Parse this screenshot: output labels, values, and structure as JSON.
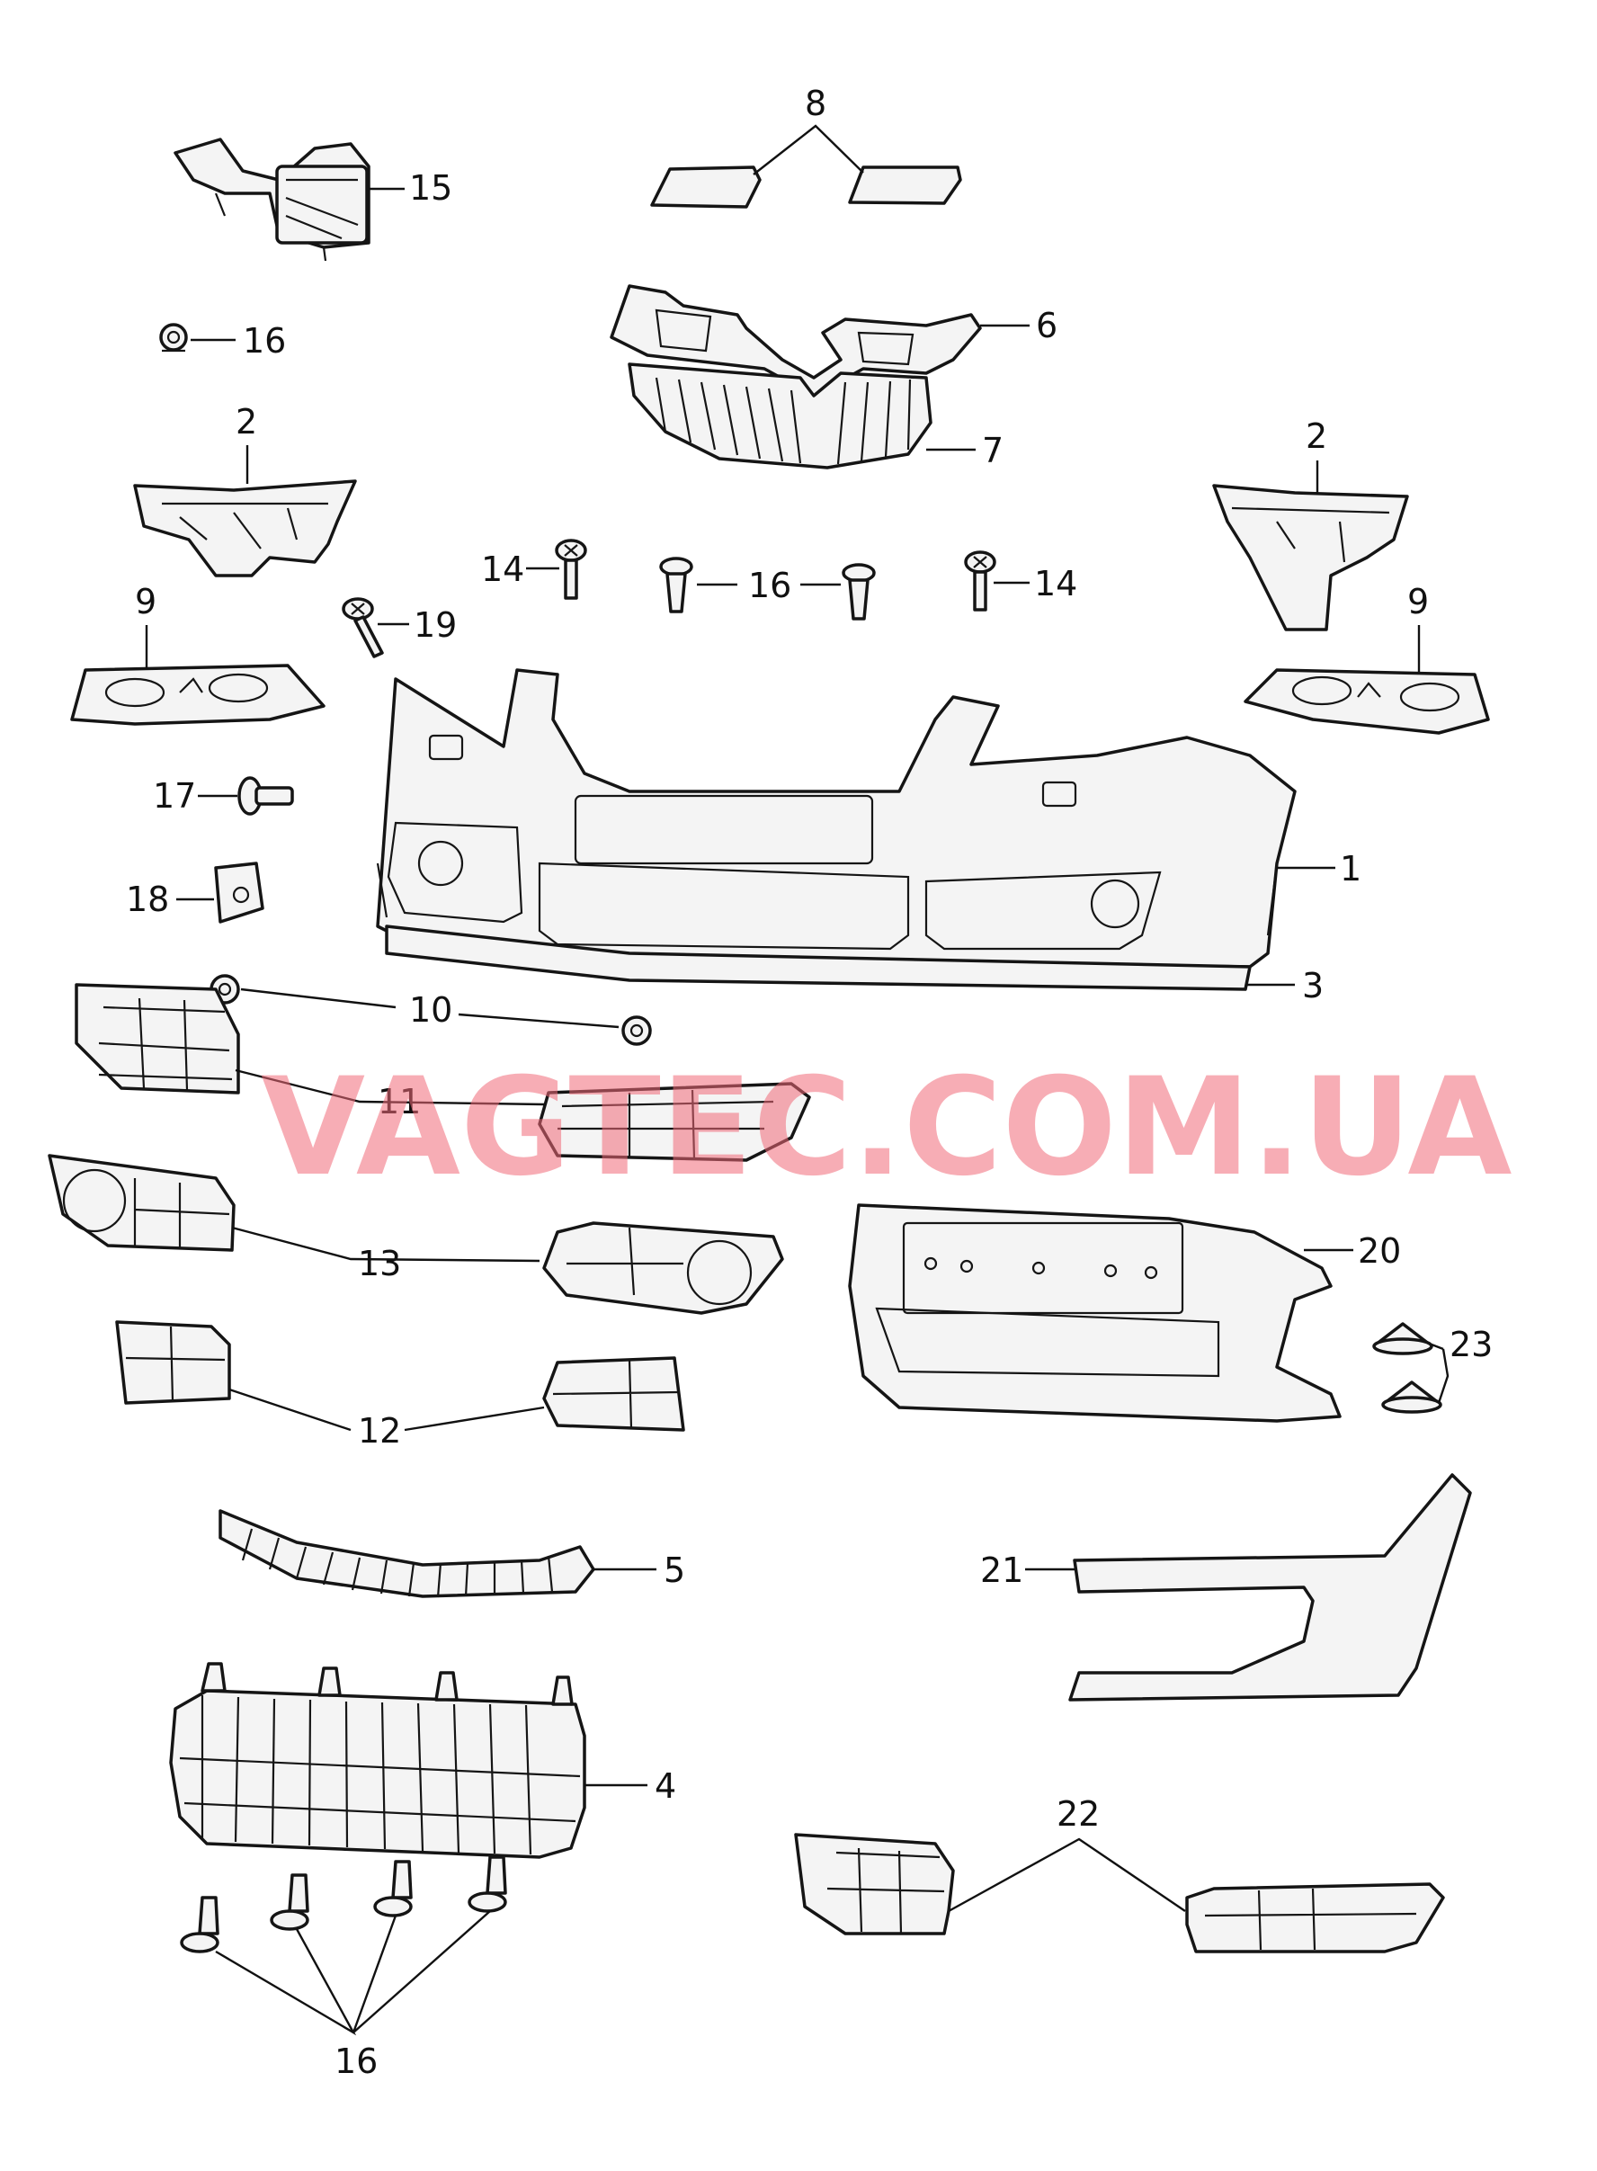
{
  "watermark": "VAGTEC.COM.UA",
  "callouts": {
    "c1": "1",
    "c2a": "2",
    "c2b": "2",
    "c3": "3",
    "c4": "4",
    "c5": "5",
    "c6": "6",
    "c7": "7",
    "c8": "8",
    "c9a": "9",
    "c9b": "9",
    "c10": "10",
    "c11": "11",
    "c12": "12",
    "c13": "13",
    "c14a": "14",
    "c14b": "14",
    "c15": "15",
    "c16a": "16",
    "c16b": "16",
    "c16c": "16",
    "c17": "17",
    "c18": "18",
    "c19": "19",
    "c20": "20",
    "c21": "21",
    "c22": "22",
    "c23": "23"
  }
}
